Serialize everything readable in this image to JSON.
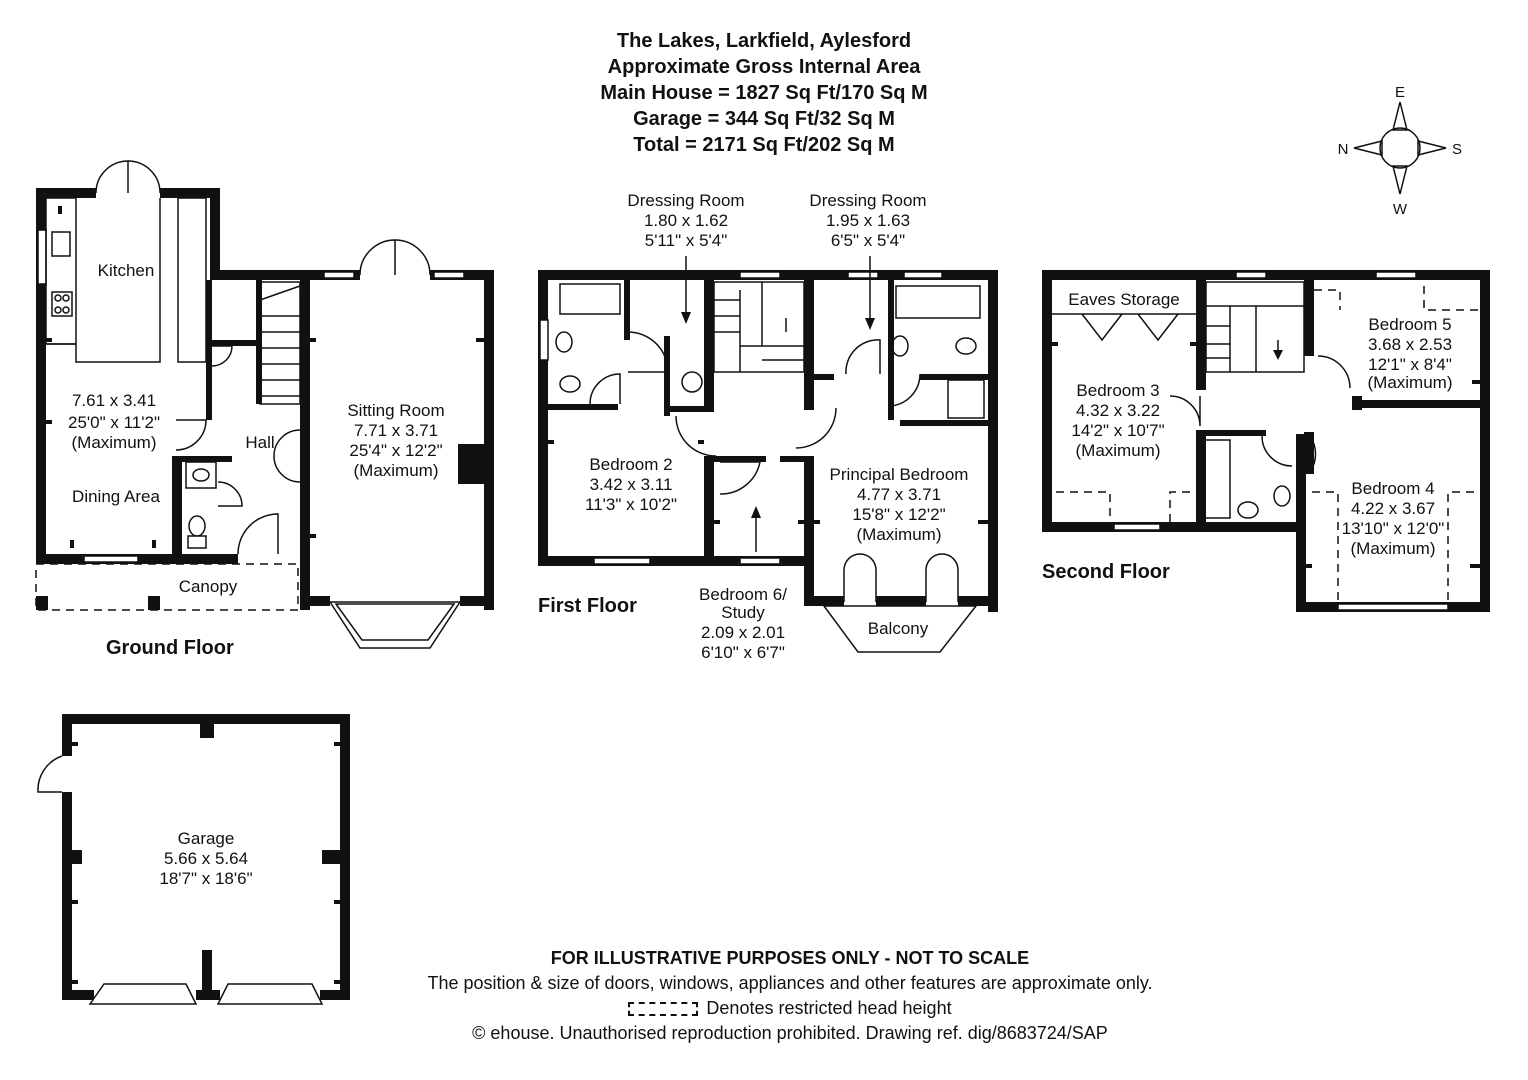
{
  "header": {
    "title": "The Lakes, Larkfield, Aylesford",
    "subtitle": "Approximate Gross Internal Area",
    "main_house": "Main House = 1827 Sq Ft/170 Sq M",
    "garage": "Garage = 344 Sq Ft/32 Sq M",
    "total": "Total = 2171 Sq Ft/202 Sq M"
  },
  "compass": {
    "north": "N",
    "east": "E",
    "south": "S",
    "west": "W"
  },
  "floors": {
    "ground": "Ground Floor",
    "first": "First Floor",
    "second": "Second Floor"
  },
  "rooms": {
    "kitchen": {
      "name": "Kitchen"
    },
    "kitchen_dining": {
      "metric": "7.61 x 3.41",
      "imperial": "25'0\" x 11'2\"",
      "note": "(Maximum)"
    },
    "dining": {
      "name": "Dining Area"
    },
    "hall": {
      "name": "Hall"
    },
    "canopy": {
      "name": "Canopy"
    },
    "sitting": {
      "name": "Sitting Room",
      "metric": "7.71 x 3.71",
      "imperial": "25'4\" x 12'2\"",
      "note": "(Maximum)"
    },
    "dressing1": {
      "name": "Dressing Room",
      "metric": "1.80 x 1.62",
      "imperial": "5'11\" x 5'4\""
    },
    "dressing2": {
      "name": "Dressing Room",
      "metric": "1.95 x 1.63",
      "imperial": "6'5\" x 5'4\""
    },
    "bedroom2": {
      "name": "Bedroom 2",
      "metric": "3.42 x 3.11",
      "imperial": "11'3\" x 10'2\""
    },
    "principal": {
      "name": "Principal Bedroom",
      "metric": "4.77 x 3.71",
      "imperial": "15'8\" x 12'2\"",
      "note": "(Maximum)"
    },
    "bedroom6": {
      "name1": "Bedroom 6/",
      "name2": "Study",
      "metric": "2.09 x 2.01",
      "imperial": "6'10\" x 6'7\""
    },
    "balcony": {
      "name": "Balcony"
    },
    "eaves": {
      "name": "Eaves Storage"
    },
    "bedroom3": {
      "name": "Bedroom 3",
      "metric": "4.32 x 3.22",
      "imperial": "14'2\" x 10'7\"",
      "note": "(Maximum)"
    },
    "bedroom5": {
      "name": "Bedroom 5",
      "metric": "3.68 x 2.53",
      "imperial": "12'1\" x 8'4\"",
      "note": "(Maximum)"
    },
    "bedroom4": {
      "name": "Bedroom 4",
      "metric": "4.22 x 3.67",
      "imperial": "13'10\" x 12'0\"",
      "note": "(Maximum)"
    },
    "garage": {
      "name": "Garage",
      "metric": "5.66 x 5.64",
      "imperial": "18'7\" x 18'6\""
    }
  },
  "footer": {
    "disclaimer": "FOR ILLUSTRATIVE PURPOSES ONLY - NOT TO SCALE",
    "note": "The position & size of doors, windows, appliances and other features are approximate only.",
    "legend": "Denotes restricted head height",
    "copyright": "© ehouse. Unauthorised reproduction prohibited. Drawing ref. dig/8683724/SAP"
  }
}
